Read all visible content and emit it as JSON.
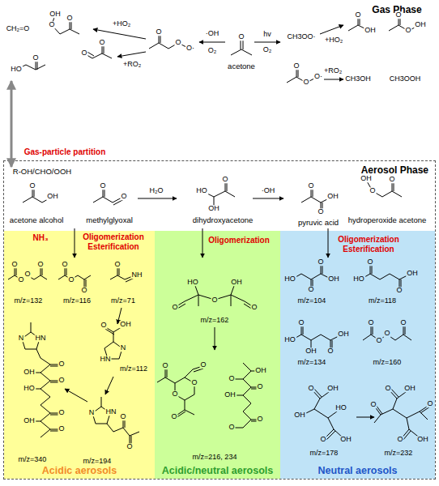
{
  "diagram": {
    "nodes": [
      {
        "text": [
          "Aerosol Phase"
        ]
      },
      {
        "text": [
          "Acidic aerosols"
        ],
        "in": 0
      },
      {
        "text": [
          "Acidic/neutral aerosols"
        ],
        "in": 0
      },
      {
        "text": [
          "Neutral aerosols"
        ],
        "in": 0
      }
    ],
    "labels": [
      "Gas Phase",
      "CH₂=O",
      "OH",
      "O",
      "O",
      "+HO₂",
      "+RO₂",
      "HO",
      "O",
      "O",
      "O",
      "O",
      "O",
      "O·",
      "·OH",
      "O₂",
      "acetone",
      "O",
      "hv",
      "O₂",
      "CH3OO·",
      "O",
      "O",
      "O·",
      "+HO₂",
      "+RO₂",
      "O",
      "OH",
      "O",
      "O",
      "OH",
      "CH3OH",
      "CH3OOH",
      "Gas-particle partition",
      "R-OH/CHO/OOH",
      "O",
      "OH",
      "acetone alcohol",
      "O",
      "O",
      "methylglyoxal",
      "H₂O",
      "HO",
      "OH",
      "O",
      "dihydroxyacetone",
      "·OH",
      "O",
      "O",
      "OH",
      "pyruvic acid",
      "OH",
      "O",
      "O",
      "hydroperoxide acetone",
      "NH₃",
      "Oligomerization",
      "Esterification",
      "Oligomerization",
      "Oligomerization",
      "Esterification",
      "O",
      "O",
      "O",
      "O",
      "m/z=132",
      "O",
      "O",
      "O",
      "m/z=116",
      "O",
      "NH",
      "m/z=71",
      "O",
      "OH",
      "N",
      "HN",
      "m/z=112",
      "N",
      "HN",
      "O",
      "O",
      "m/z=194",
      "N",
      "HN",
      "O",
      "OH",
      "O",
      "HO",
      "O",
      "OH",
      "O",
      "m/z=340",
      "O",
      "HO",
      "O",
      "OH",
      "O",
      "m/z=162",
      "O",
      "O",
      "O",
      "O",
      "O",
      "OH",
      "O",
      "O",
      "OH",
      "O",
      "O",
      "m/z=216, 234",
      "HO",
      "O",
      "O",
      "OH",
      "m/z=104",
      "HO",
      "O",
      "O",
      "OH",
      "m/z=118",
      "HO",
      "O",
      "OH",
      "O",
      "OH",
      "m/z=134",
      "O",
      "O",
      "O",
      "O",
      "m/z=160",
      "O",
      "OH",
      "OH",
      "HO",
      "O",
      "OH",
      "m/z=178",
      "O",
      "OH",
      "O",
      "O",
      "OH",
      "O",
      "m/z=232"
    ]
  }
}
